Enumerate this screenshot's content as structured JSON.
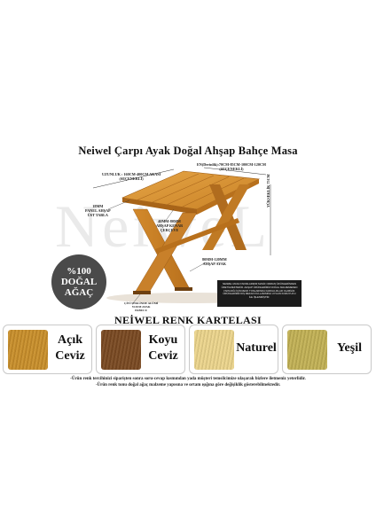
{
  "title": "Neiwel Çarpı Ayak Doğal Ahşap Bahçe Masa",
  "watermark": "NeiweL",
  "dimensions": {
    "width_top": "EN(Derinlik):70CM-85CM-100CM-120CM",
    "width_sub": "(SEÇENEKLİ)",
    "length": "UZUNLUK : 160CM-400CM ARASI",
    "length_sub": "(SEÇENEKLİ)",
    "panel": "18MM\nPANEL AHŞAP\nÜST TABLA",
    "frame": "40MM-80MM\nAHŞAP KENAR\nÇERÇEVE",
    "height": "YÜKSEKLİK 75CM",
    "leg": "80MM-120MM\nAHŞAP AYAK",
    "foot": "ÇİVİ ŞEKLİNDE ALÜMİ\nYOUM AYAK\nPABUCU"
  },
  "badge": {
    "line1": "%100",
    "line2": "DOĞAL",
    "line3": "AĞAÇ"
  },
  "notebox": "NEIWEL MASA TAKIMLARIMIZ MASİF ORMAN ÜRÜNLERİNDEN ÜRETİLMEKTEDİR. AHŞAP ÜRÜNLERİMİZ DOĞAL MALZEMEDEN YAPILDIĞI İÇİN RENK TONLARINDA FARKLILIKLAR OLABİLİR. ÜRÜNLERİMİZ DIŞ MEKAN KULLANIMINA UYGUN KORUYUCU İLE İŞLENMİŞTİR.",
  "kartela_title": "NEİWEL RENK KARTELASI",
  "swatches": [
    {
      "name_line1": "Açık",
      "name_line2": "Ceviz",
      "color": "#c98f2b"
    },
    {
      "name_line1": "Koyu",
      "name_line2": "Ceviz",
      "color": "#7a4a22"
    },
    {
      "name_line1": "Naturel",
      "name_line2": "",
      "color": "#ecd58c"
    },
    {
      "name_line1": "Yeşil",
      "name_line2": "",
      "color": "#c2b155"
    }
  ],
  "footnotes": [
    "-Ürün renk tercihinizi siparişten sonra soru-cevap kısmından yada müşteri temsilcimize ulaşarak bizlere iletmeniz yeterlidir.",
    "-Ürün renk tonu doğal ağaç malzeme yapısına ve ortam ışığına göre değişiklik gösterebilmektedir."
  ]
}
